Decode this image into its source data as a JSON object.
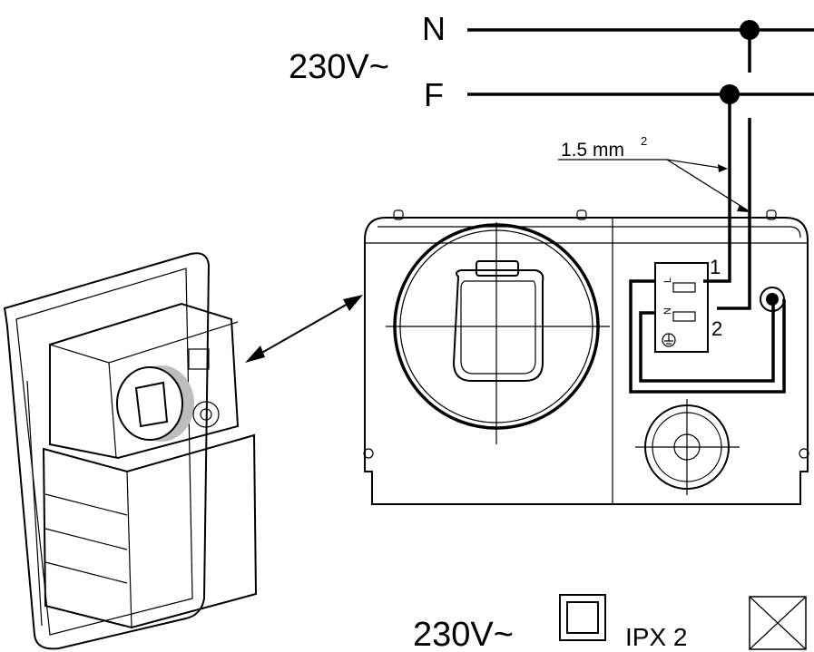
{
  "supply": {
    "voltage_label": "230V~",
    "neutral_label": "N",
    "phase_label": "F"
  },
  "wiring": {
    "cable_section_label": "1.5 mm",
    "cable_section_superscript": "2",
    "terminal_1_label": "1",
    "terminal_2_label": "2",
    "terminal_l_mark": "L",
    "terminal_n_mark": "N"
  },
  "ratings": {
    "voltage_label": "230V~",
    "protection_label": "IPX 2"
  },
  "icons": {
    "double_insulation": "double-insulation-icon",
    "not_for_furniture": "crossed-box-icon",
    "earth": "earth-terminal-icon"
  },
  "colors": {
    "line": "#000000",
    "highlight": "#bdbdbd",
    "background": "#ffffff"
  }
}
